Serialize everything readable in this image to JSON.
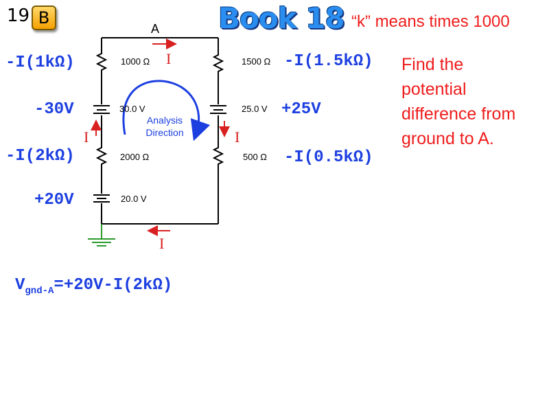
{
  "header": {
    "slide_number": "19",
    "badge_label": "B",
    "book_title": "Book 18",
    "note": "“k” means times 1000"
  },
  "question_lines": [
    "Find the",
    "potential",
    "difference from",
    "ground to A."
  ],
  "circuit": {
    "node_label": "A",
    "components": {
      "r_top_left": "1000 Ω",
      "r_top_right": "1500 Ω",
      "bat_left_top": "30.0  V",
      "bat_right": "25.0  V",
      "r_bottom_left": "2000 Ω",
      "r_bottom_right": "500 Ω",
      "bat_left_bottom": "20.0  V"
    },
    "current_label": "I",
    "analysis_label_line1": "Analysis",
    "analysis_label_line2": "Direction"
  },
  "terms": {
    "minus_i_1k": "-I(1kΩ)",
    "minus_30v": "-30V",
    "minus_i_2k": "-I(2kΩ)",
    "plus_20v": "+20V",
    "minus_i_15k": "-I(1.5kΩ)",
    "plus_25v": "+25V",
    "minus_i_05k": "-I(0.5kΩ)"
  },
  "formula": {
    "v": "V",
    "sub": "gnd-A",
    "rhs": "=+20V-I(2kΩ)"
  },
  "colors": {
    "red": "#ef1c1c",
    "blue": "#1c3fe0",
    "ground_green": "#2a9a2a"
  }
}
